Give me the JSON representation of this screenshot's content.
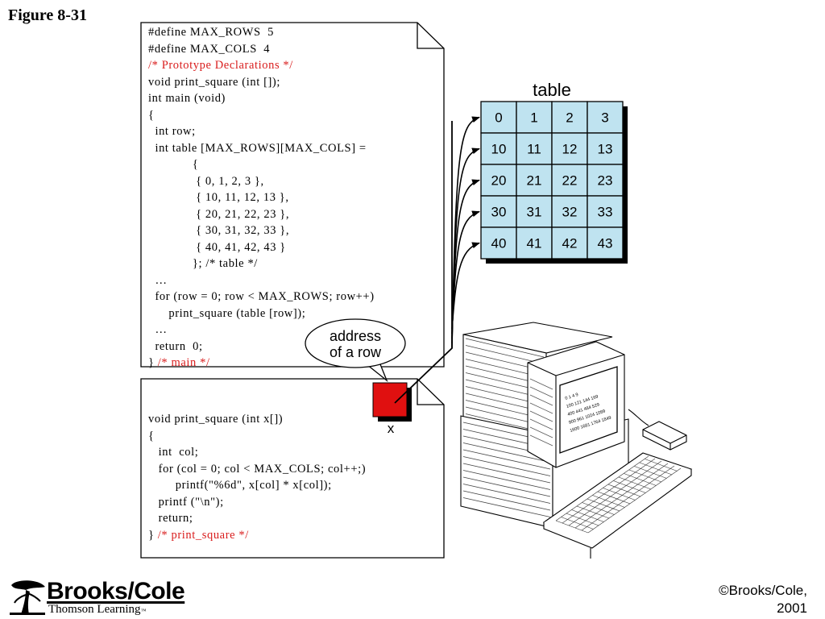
{
  "figure_title": "Figure 8-31",
  "code_main": [
    {
      "text": "#define MAX_ROWS  5",
      "red": false
    },
    {
      "text": "#define MAX_COLS  4",
      "red": false
    },
    {
      "text": "/* Prototype Declarations */",
      "red": true
    },
    {
      "text": "void print_square (int []);",
      "red": false
    },
    {
      "text": "int main (void)",
      "red": false
    },
    {
      "text": "{",
      "red": false
    },
    {
      "text": "  int row;",
      "red": false
    },
    {
      "text": "  int table [MAX_ROWS][MAX_COLS] =",
      "red": false
    },
    {
      "text": "             {",
      "red": false
    },
    {
      "text": "              { 0, 1, 2, 3 },",
      "red": false
    },
    {
      "text": "              { 10, 11, 12, 13 },",
      "red": false
    },
    {
      "text": "              { 20, 21, 22, 23 },",
      "red": false
    },
    {
      "text": "              { 30, 31, 32, 33 },",
      "red": false
    },
    {
      "text": "              { 40, 41, 42, 43 }",
      "red": false
    },
    {
      "text": "             }; /* table */",
      "red": false
    },
    {
      "text": "  …",
      "red": false
    },
    {
      "text": "  for (row = 0; row < MAX_ROWS; row++)",
      "red": false
    },
    {
      "text": "      print_square (table [row]);",
      "red": false
    },
    {
      "text": "  …",
      "red": false
    },
    {
      "text": "  return  0;",
      "red": false
    },
    {
      "text": "} ",
      "red": false,
      "tail": "/* main */"
    }
  ],
  "code_func": [
    {
      "text": "void print_square (int x[])",
      "red": false
    },
    {
      "text": "{",
      "red": false
    },
    {
      "text": "   int  col;",
      "red": false
    },
    {
      "text": "   for (col = 0; col < MAX_COLS; col++;)",
      "red": false
    },
    {
      "text": "        printf(\"%6d\", x[col] * x[col]);",
      "red": false
    },
    {
      "text": "   printf (\"\\n\");",
      "red": false
    },
    {
      "text": "   return;",
      "red": false
    },
    {
      "text": "} ",
      "red": false,
      "tail": "/* print_square */"
    }
  ],
  "table": {
    "title": "table",
    "rows": [
      [
        "0",
        "1",
        "2",
        "3"
      ],
      [
        "10",
        "11",
        "12",
        "13"
      ],
      [
        "20",
        "21",
        "22",
        "23"
      ],
      [
        "30",
        "31",
        "32",
        "33"
      ],
      [
        "40",
        "41",
        "42",
        "43"
      ]
    ],
    "fill_color": "#bfe3f0"
  },
  "callout": {
    "line1": "address",
    "line2": "of a row"
  },
  "pointer_label": "x",
  "pointer_color": "#e01010",
  "screen_lines": [
    "0    1    4    9",
    "100  121  144  169",
    "400  441  484  529",
    "900  961  1024 1089",
    "1600 1681 1764 1849"
  ],
  "brand": {
    "name": "Brooks/Cole",
    "sub": "Thomson Learning",
    "tm": "™"
  },
  "copyright": {
    "line1": "©Brooks/Cole,",
    "line2": "2001"
  }
}
